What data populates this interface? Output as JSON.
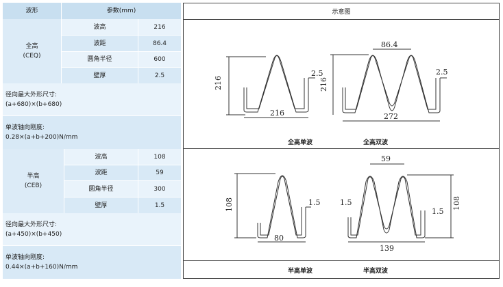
{
  "table": {
    "header_col1": "波形",
    "header_col2": "参数(mm)",
    "full": {
      "name": "全高",
      "code": "(CEQ)",
      "rows": [
        {
          "label": "波高",
          "value": "216"
        },
        {
          "label": "波距",
          "value": "86.4"
        },
        {
          "label": "圆角半径",
          "value": "600"
        },
        {
          "label": "壁厚",
          "value": "2.5"
        }
      ],
      "size_label": "径向最大外形尺寸:",
      "size_value": "(a+680)×(b+680)",
      "stiff_label": "单波轴向刚度:",
      "stiff_value": "0.28×(a+b+200)N/mm"
    },
    "half": {
      "name": "半高",
      "code": "(CEB)",
      "rows": [
        {
          "label": "波高",
          "value": "108"
        },
        {
          "label": "波距",
          "value": "59"
        },
        {
          "label": "圆角半径",
          "value": "300"
        },
        {
          "label": "壁厚",
          "value": "1.5"
        }
      ],
      "size_label": "径向最大外形尺寸:",
      "size_value": "(a+450)×(b+450)",
      "stiff_label": "单波轴向刚度:",
      "stiff_value": "0.44×(a+b+160)N/mm"
    }
  },
  "panel": {
    "title": "示意图",
    "captions": {
      "full_single": "全高单波",
      "full_double": "全高双波",
      "half_single": "半高单波",
      "half_double": "半高双波"
    },
    "dims": {
      "fs_height": "216",
      "fs_width": "216",
      "fs_thick": "2.5",
      "fd_height": "216",
      "fd_pitch": "86.4",
      "fd_width": "272",
      "fd_thick": "2.5",
      "hs_height": "108",
      "hs_width": "80",
      "hs_thick": "1.5",
      "hd_height": "108",
      "hd_pitch": "59",
      "hd_width": "139",
      "hd_thick_left": "1.5",
      "hd_thick_right": "1.5"
    }
  }
}
